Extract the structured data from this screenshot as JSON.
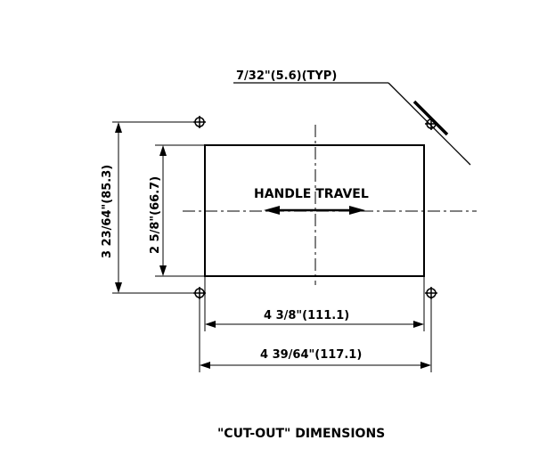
{
  "labels": {
    "hole_size": "7/32\"(5.6)(TYP)",
    "handle_travel": "HANDLE TRAVEL",
    "inner_height": "2 5/8\"(66.7)",
    "outer_height": "3 23/64\"(85.3)",
    "inner_width": "4 3/8\"(111.1)",
    "outer_width": "4 39/64\"(117.1)",
    "caption": "\"CUT-OUT\" DIMENSIONS"
  },
  "colors": {
    "line": "#000000",
    "background": "#ffffff"
  }
}
